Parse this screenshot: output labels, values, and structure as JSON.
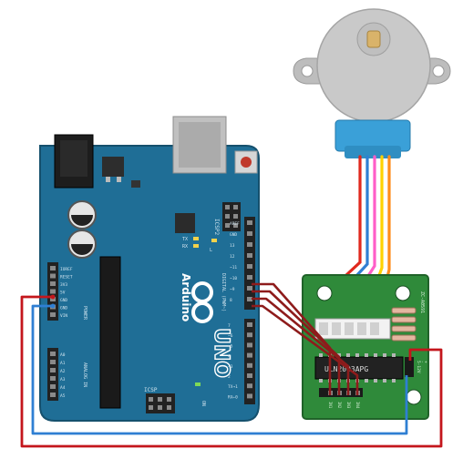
{
  "board": {
    "brand": "Arduino",
    "model": "UNO",
    "icsp1_label": "ICSP2",
    "icsp2_label": "ICSP",
    "tx_label": "TX",
    "rx_label": "RX",
    "l_label": "L",
    "on_label": "ON",
    "digital_label": "DIGITAL (PWM~)",
    "power_label": "POWER",
    "analog_label": "ANALOG IN",
    "aref_label": "AREF",
    "gnd_label": "GND",
    "power_pins": [
      "IOREF",
      "RESET",
      "3V3",
      "5V",
      "GND",
      "GND",
      "VIN"
    ],
    "analog_pins": [
      "A0",
      "A1",
      "A2",
      "A3",
      "A4",
      "A5"
    ],
    "digital_pins_top": [
      "AREF",
      "GND",
      "13",
      "12",
      "~11",
      "~10",
      "~9",
      "8"
    ],
    "digital_pins_bottom": [
      "7",
      "~6",
      "~5",
      "4",
      "~3",
      "2",
      "TX→1",
      "RX←0"
    ]
  },
  "driver": {
    "chip_label": "ULN2003APG",
    "part_label": "ZC-A0591",
    "power_labels": [
      "5-12V",
      "-",
      "+"
    ],
    "input_labels": [
      "IN1",
      "IN2",
      "IN3",
      "IN4"
    ]
  },
  "colors": {
    "board_blue": "#1f6e96",
    "driver_green": "#2f8a3a",
    "wire_red": "#c4161c",
    "wire_dark_red": "#8e1b1b",
    "wire_blue": "#2f7fd3",
    "motor_grey": "#c8c8c8",
    "motor_blue": "#3aa0d8",
    "motor_wire_pink": "#ff5ec8",
    "motor_wire_yellow": "#ffd200",
    "motor_wire_orange": "#ff8c1a"
  }
}
